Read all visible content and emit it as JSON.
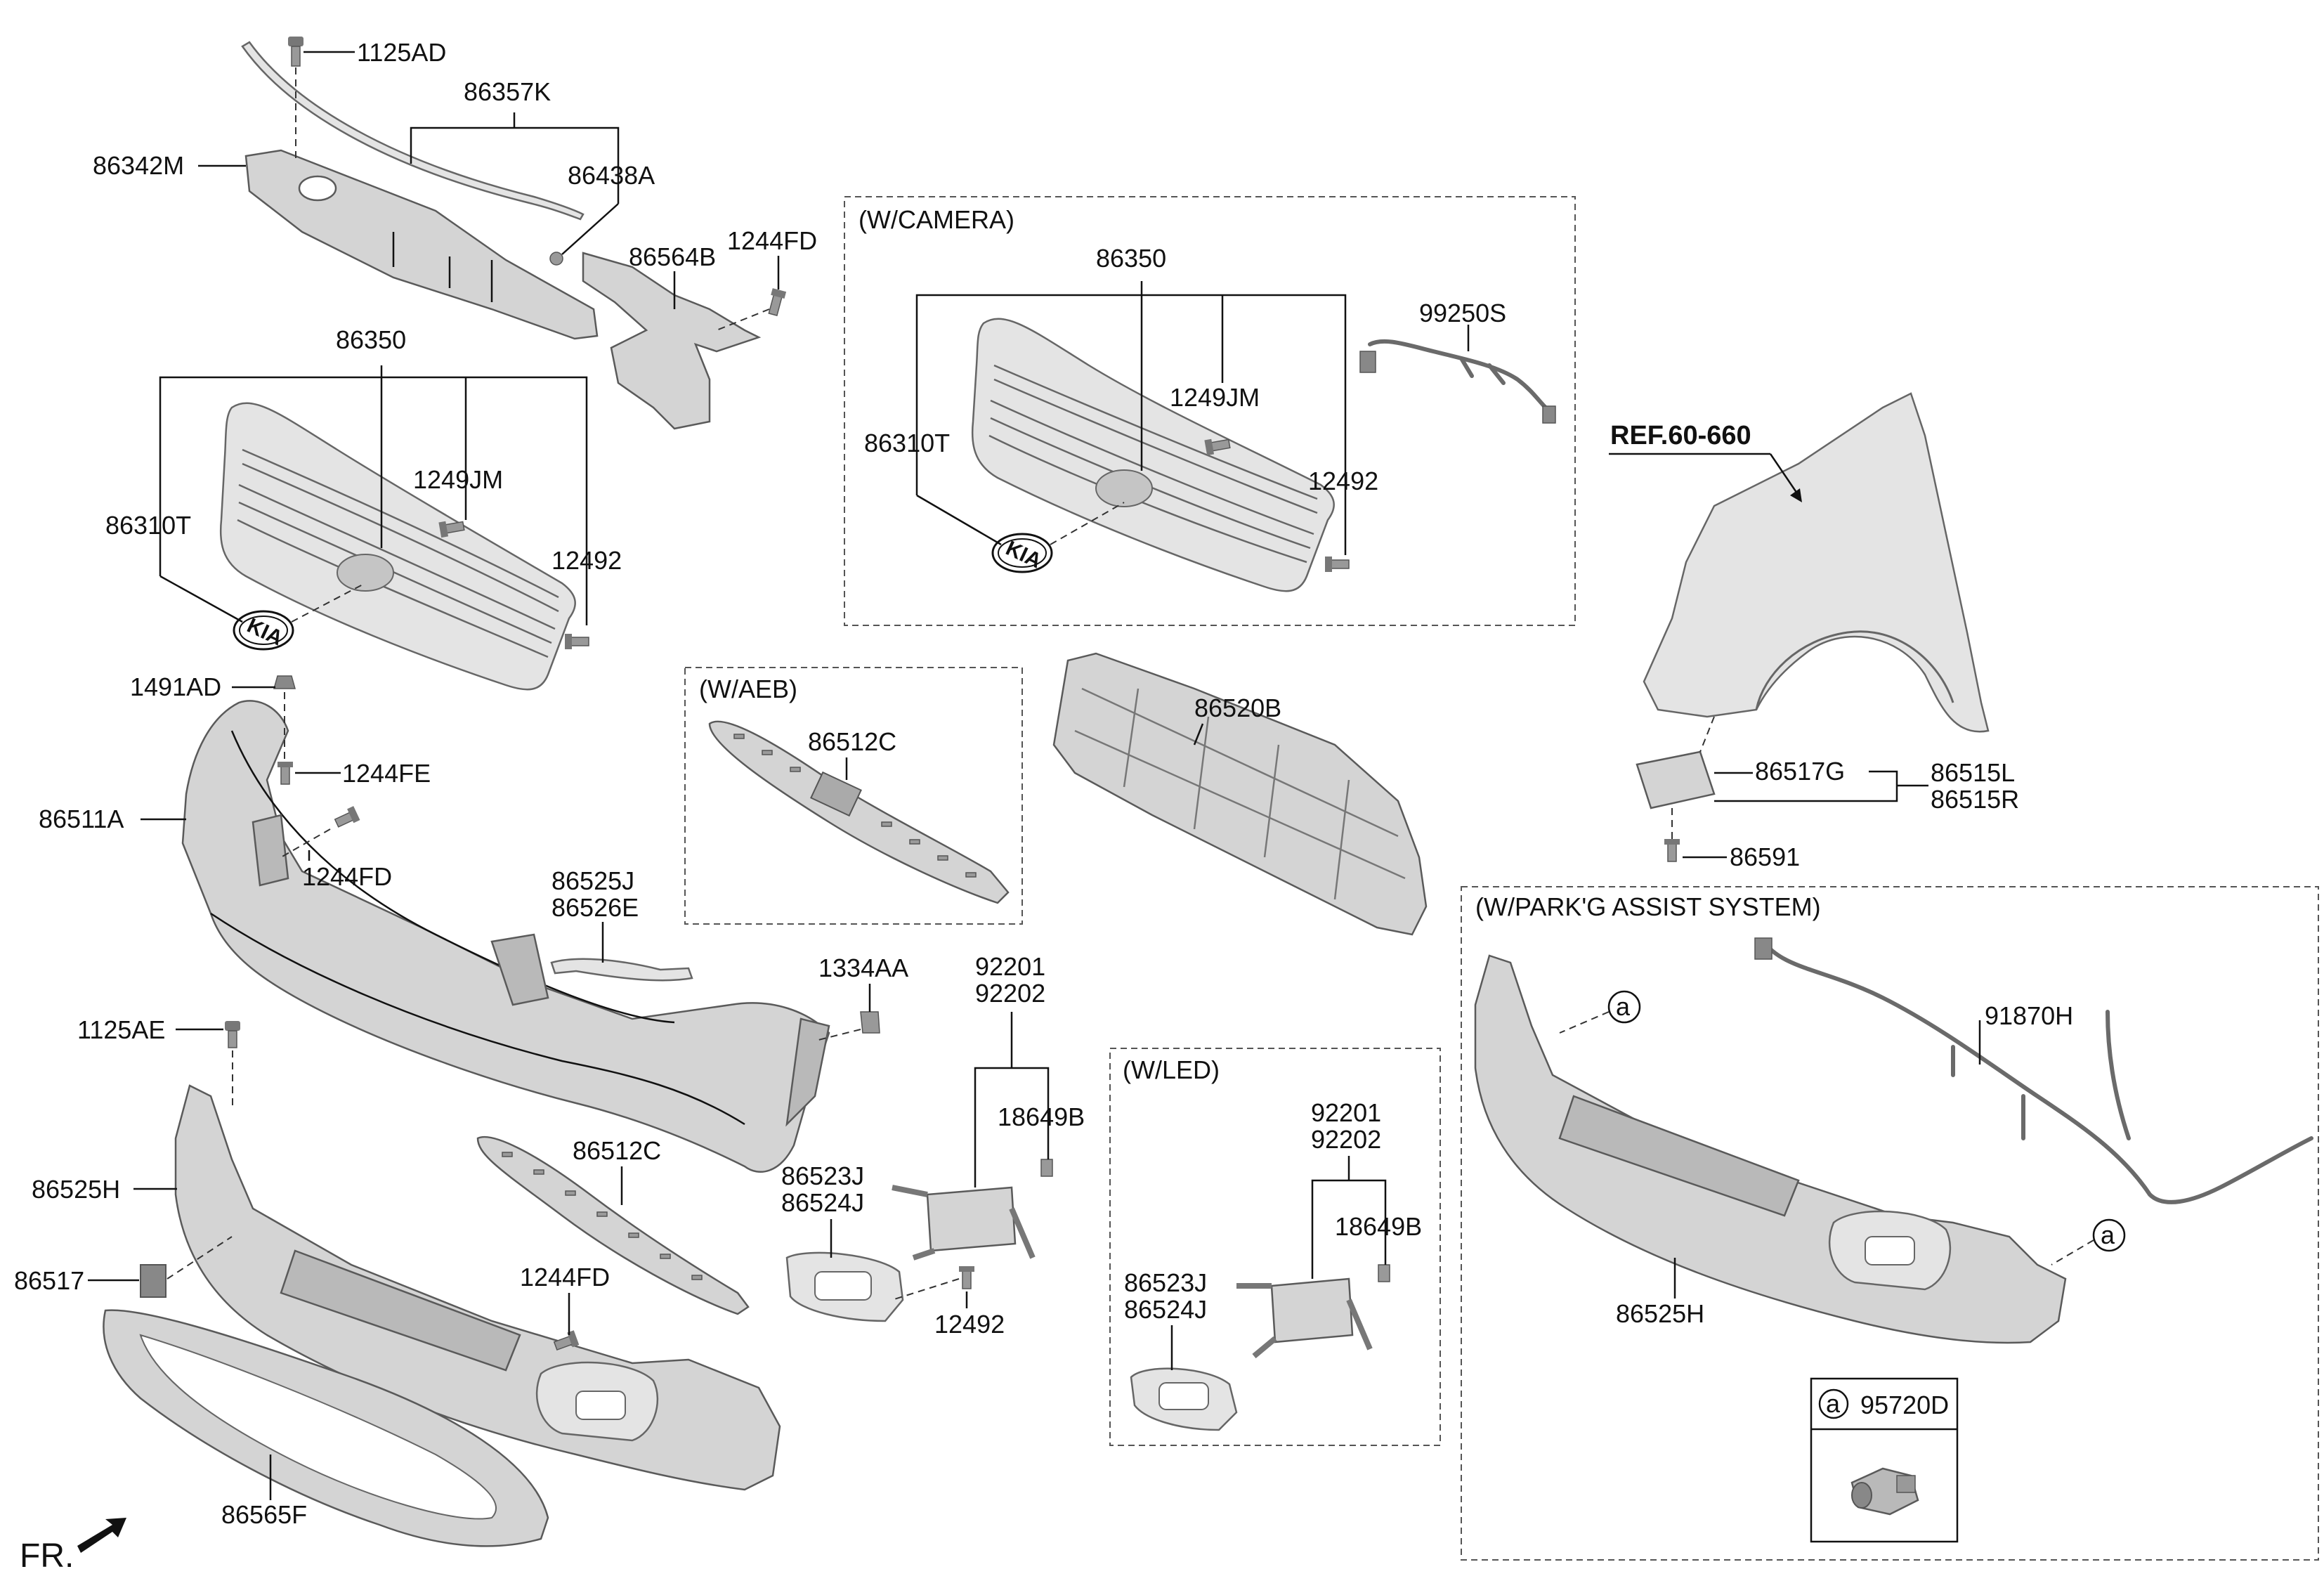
{
  "labels": {
    "p1125AD": "1125AD",
    "p86357K": "86357K",
    "p86342M": "86342M",
    "p86438A": "86438A",
    "p86564B": "86564B",
    "p1244FD_top": "1244FD",
    "p86350_left": "86350",
    "p1249JM_left": "1249JM",
    "p86310T_left": "86310T",
    "p12492_left": "12492",
    "p1491AD": "1491AD",
    "p1244FE": "1244FE",
    "p86511A": "86511A",
    "p1244FD_mid": "1244FD",
    "p86525J": "86525J",
    "p86526E": "86526E",
    "p1334AA": "1334AA",
    "p1125AE": "1125AE",
    "p86525H_left": "86525H",
    "p86517": "86517",
    "p86512C_bottom": "86512C",
    "p1244FD_bottom": "1244FD",
    "p86565F": "86565F",
    "p92201_a": "92201",
    "p92202_a": "92202",
    "p18649B_a": "18649B",
    "p86523J_a": "86523J",
    "p86524J_a": "86524J",
    "p12492_bottom": "12492",
    "p86350_cam": "86350",
    "p99250S": "99250S",
    "p1249JM_cam": "1249JM",
    "p86310T_cam": "86310T",
    "p12492_cam": "12492",
    "p86512C_aeb": "86512C",
    "p86520B": "86520B",
    "p92201_led": "92201",
    "p92202_led": "92202",
    "p18649B_led": "18649B",
    "p86523J_led": "86523J",
    "p86524J_led": "86524J",
    "p86517G": "86517G",
    "p86515L": "86515L",
    "p86515R": "86515R",
    "p86591": "86591",
    "p91870H": "91870H",
    "p86525H_park": "86525H",
    "p95720D": "95720D"
  },
  "boxes": {
    "camera": "(W/CAMERA)",
    "aeb": "(W/AEB)",
    "led": "(W/LED)",
    "park": "(W/PARK'G ASSIST SYSTEM)"
  },
  "ref_label": "REF.60-660",
  "fr_label": "FR.",
  "callout_letter": "a",
  "logo_text": "KIA",
  "icons": [
    "front-direction-arrow-icon",
    "callout-circle-a-icon"
  ]
}
